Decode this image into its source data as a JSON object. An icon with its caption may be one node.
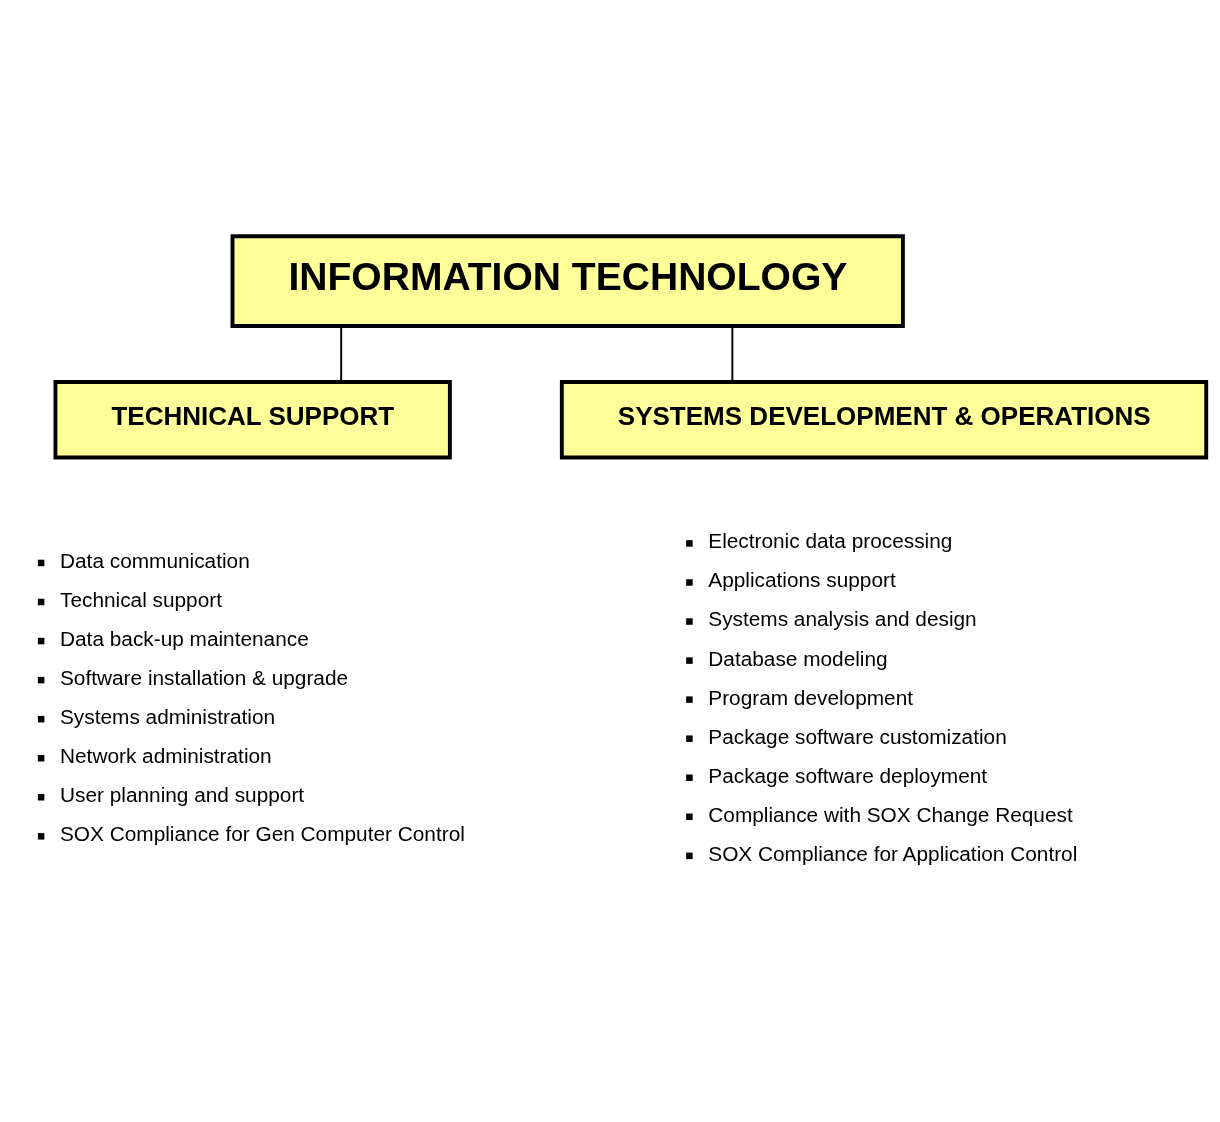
{
  "diagram": {
    "nodes": [
      {
        "text": [
          "INFORMATION TECHNOLOGY"
        ]
      },
      {
        "text": [
          "TECHNICAL SUPPORT"
        ],
        "beside": [
          "Data communication",
          "Technical support",
          "Data back-up maintenance",
          "Software installation & upgrade",
          "Systems administration",
          "Network administration",
          "User planning and support",
          "SOX Compliance for Gen Computer Control"
        ]
      },
      {
        "text": [
          "SYSTEMS DEVELOPMENT & OPERATIONS"
        ],
        "beside": [
          "Electronic data processing",
          "Applications support",
          "Systems analysis and design",
          "Database modeling",
          "Program development",
          "Package software customization",
          "Package software deployment",
          "Compliance with SOX Change Request",
          "SOX Compliance for Application Control"
        ]
      }
    ],
    "edges": [
      {
        "from": 0,
        "to": 1,
        "arrow": "none"
      },
      {
        "from": 0,
        "to": 2,
        "arrow": "none"
      }
    ]
  }
}
